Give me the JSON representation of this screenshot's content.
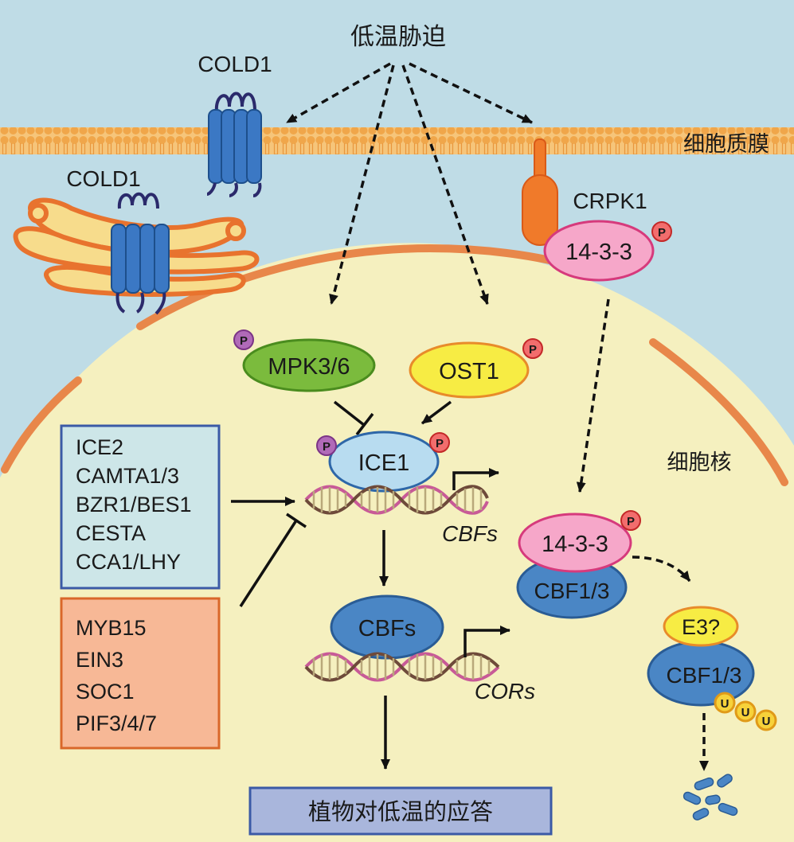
{
  "labels": {
    "stress": "低温胁迫",
    "membrane": "细胞质膜",
    "nucleus": "细胞核",
    "cold1_top": "COLD1",
    "cold1_er": "COLD1",
    "crpk1": "CRPK1",
    "response": "植物对低温的应答"
  },
  "proteins": {
    "p1433_top": "14-3-3",
    "mpk": "MPK3/6",
    "ost1": "OST1",
    "ice1": "ICE1",
    "cbfs": "CBFs",
    "p1433_nuc": "14-3-3",
    "cbf13_a": "CBF1/3",
    "e3": "E3?",
    "cbf13_b": "CBF1/3"
  },
  "genes": {
    "cbfs": "CBFs",
    "cors": "CORs"
  },
  "badges": {
    "phospho": "P",
    "ubiquitin": "U"
  },
  "positive_regulators": [
    "ICE2",
    "CAMTA1/3",
    "BZR1/BES1",
    "CESTA",
    "CCA1/LHY"
  ],
  "negative_regulators": [
    "MYB15",
    "EIN3",
    "SOC1",
    "PIF3/4/7"
  ],
  "colors": {
    "background": "#bfdce6",
    "nucleus_fill": "#f5f0bf",
    "nuclear_envelope": "#e8874a",
    "membrane": "#f2b35a",
    "positive_box_fill": "#cde6e8",
    "positive_box_border": "#3b5aa6",
    "negative_box_fill": "#f7b896",
    "negative_box_border": "#d9672a",
    "response_box_fill": "#a9b6dc",
    "response_box_border": "#3b5aa6",
    "mpk_fill": "#7bbb3d",
    "ost1_fill": "#f7ec44",
    "ice1_fill": "#b8dcf0",
    "cbf_fill": "#4a86c5",
    "p1433_fill": "#f6a7c9",
    "e3_fill": "#f7ec44",
    "channel_blue": "#3b78c4"
  }
}
